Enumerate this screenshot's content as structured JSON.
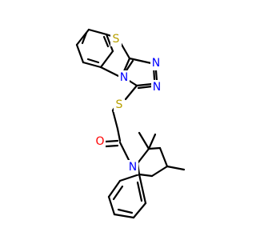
{
  "structure": {
    "atoms": [
      {
        "id": "S1",
        "symbol": "S",
        "color": "#b8a000"
      },
      {
        "id": "N1",
        "symbol": "N",
        "color": "#0000ff"
      },
      {
        "id": "N2",
        "symbol": "N",
        "color": "#0000ff"
      },
      {
        "id": "N3",
        "symbol": "N",
        "color": "#0000ff"
      },
      {
        "id": "S2",
        "symbol": "S",
        "color": "#b8a000"
      },
      {
        "id": "O1",
        "symbol": "O",
        "color": "#ff0000"
      },
      {
        "id": "N4",
        "symbol": "N",
        "color": "#0000ff"
      }
    ]
  }
}
